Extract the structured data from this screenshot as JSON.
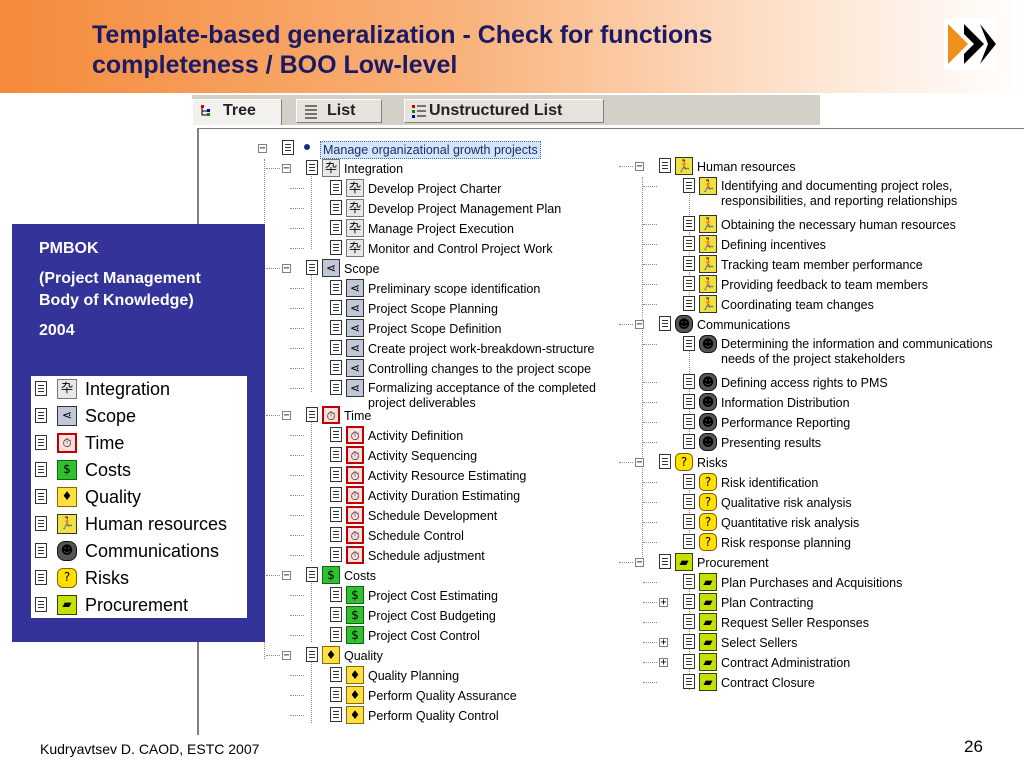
{
  "title": "Template-based generalization - Check for functions completeness / BOO Low-level",
  "title_line1": "Template-based generalization - Check for functions",
  "title_line2": "completeness / BOO Low-level",
  "tabs": [
    {
      "label": "Tree",
      "icon": "tree-view-icon",
      "active": true
    },
    {
      "label": "List",
      "icon": "list-view-icon",
      "active": false
    },
    {
      "label": "Unstructured List",
      "icon": "unstructured-list-icon",
      "active": false
    }
  ],
  "tree": {
    "root": "Manage organizational growth projects",
    "left": [
      {
        "label": "Integration",
        "icon": "integration-icon",
        "children": [
          "Develop Project Charter",
          "Develop Project Management Plan",
          "Manage Project Execution",
          "Monitor and Control Project Work"
        ]
      },
      {
        "label": "Scope",
        "icon": "scope-icon",
        "children": [
          "Preliminary scope identification",
          "Project Scope Planning",
          "Project Scope Definition",
          "Create project work-breakdown-structure",
          "Controlling changes to the project scope",
          "Formalizing acceptance of the completed project deliverables"
        ]
      },
      {
        "label": "Time",
        "icon": "time-icon",
        "children": [
          "Activity Definition",
          "Activity Sequencing",
          "Activity Resource Estimating",
          "Activity Duration Estimating",
          "Schedule Development",
          "Schedule Control",
          "Schedule adjustment"
        ]
      },
      {
        "label": "Costs",
        "icon": "costs-icon",
        "children": [
          "Project Cost Estimating",
          "Project Cost Budgeting",
          "Project Cost Control"
        ]
      },
      {
        "label": "Quality",
        "icon": "quality-icon",
        "children": [
          "Quality Planning",
          "Perform Quality Assurance",
          "Perform Quality Control"
        ]
      }
    ],
    "right": [
      {
        "label": "Human resources",
        "icon": "human-resources-icon",
        "children": [
          "Identifying and documenting project roles, responsibilities, and reporting relationships",
          "Obtaining the necessary human resources",
          "Defining incentives",
          "Tracking team member performance",
          "Providing feedback to team members",
          "Coordinating team changes"
        ]
      },
      {
        "label": "Communications",
        "icon": "communications-icon",
        "children": [
          "Determining the information and communications needs of the project stakeholders",
          "Defining access rights to PMS",
          "Information Distribution",
          "Performance Reporting",
          "Presenting results"
        ]
      },
      {
        "label": "Risks",
        "icon": "risks-icon",
        "children": [
          "Risk identification",
          "Qualitative risk analysis",
          "Quantitative risk analysis",
          "Risk response planning"
        ]
      },
      {
        "label": "Procurement",
        "icon": "procurement-icon",
        "children": [
          "Plan Purchases and Acquisitions",
          "Plan Contracting",
          "Request Seller Responses",
          "Select Sellers",
          "Contract Administration",
          "Contract Closure"
        ]
      }
    ]
  },
  "pmbok": {
    "line1": "PMBOK",
    "line2": "(Project Management Body of Knowledge)",
    "line3": "2004",
    "legend": [
      "Integration",
      "Scope",
      "Time",
      "Costs",
      "Quality",
      "Human resources",
      "Communications",
      "Risks",
      "Procurement"
    ]
  },
  "footer": {
    "left": "Kudryavtsev D. CAOD, ESTC 2007",
    "page": "26"
  }
}
